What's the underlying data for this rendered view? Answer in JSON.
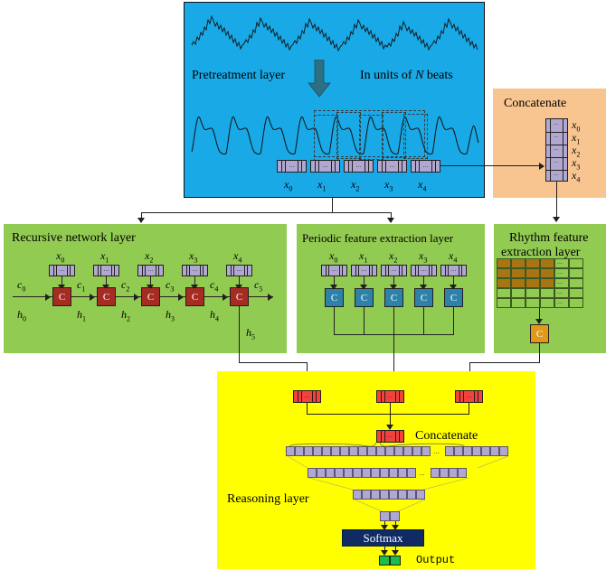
{
  "figure": {
    "title": "ECG deep-learning architecture block diagram",
    "background": "#ffffff"
  },
  "colors": {
    "pretreatment_bg": "#19a9e6",
    "concat_bg": "#f8c591",
    "layer_green": "#92cb52",
    "reasoning_yellow": "#ffff00",
    "chip_purple": "#b0a8d0",
    "chip_red": "#f4413c",
    "cell_dark_red": "#a62b22",
    "cell_blue": "#2e82aa",
    "cell_orange": "#e0991a",
    "grid_brown": "#a87514",
    "softmax_navy": "#102a63",
    "output_green": "#18c04a",
    "stroke": "#231f20"
  },
  "pretreatment": {
    "label": "Pretreatment layer",
    "units_label_prefix": "In units of ",
    "units_label_var": "N",
    "units_label_suffix": " beats",
    "beat_labels": [
      "x0",
      "x1",
      "x2",
      "x3",
      "x4"
    ],
    "beat_label_base": "x",
    "beat_label_subs": [
      "0",
      "1",
      "2",
      "3",
      "4"
    ],
    "chip_dots": "..."
  },
  "concatenate_top": {
    "title": "Concatenate",
    "row_labels": [
      "x0",
      "x1",
      "x2",
      "x3",
      "x4"
    ],
    "row_label_base": "x",
    "row_label_subs": [
      "0",
      "1",
      "2",
      "3",
      "4"
    ],
    "chip_dots": "..."
  },
  "recursive_layer": {
    "title": "Recursive network layer",
    "input_label_base": "x",
    "input_label_subs": [
      "0",
      "1",
      "2",
      "3",
      "4"
    ],
    "cell_label": "C",
    "cell_count": 5,
    "c_label_base": "c",
    "c_label_subs": [
      "0",
      "1",
      "2",
      "3",
      "4",
      "5"
    ],
    "h_label_base": "h",
    "h_label_subs": [
      "0",
      "1",
      "2",
      "3",
      "4",
      "5"
    ],
    "chip_dots": "..."
  },
  "periodic_layer": {
    "title": "Periodic feature extraction layer",
    "input_label_base": "x",
    "input_label_subs": [
      "0",
      "1",
      "2",
      "3",
      "4"
    ],
    "cell_label": "C",
    "cell_count": 5,
    "chip_dots": "..."
  },
  "rhythm_layer": {
    "title_line1": "Rhythm feature",
    "title_line2": "extraction layer",
    "cell_label": "C",
    "grid_rows": 5,
    "grid_cols": 6,
    "highlight_rows": 3,
    "highlight_cols": 4,
    "grid_dots": "..."
  },
  "reasoning_layer": {
    "title": "Reasoning layer",
    "concatenate_label": "Concatenate",
    "softmax_label": "Softmax",
    "output_label": "Output",
    "input_chip_count": 3,
    "chip_dots": "...",
    "nn_layers": [
      {
        "left_cells": 16,
        "right_cells": 7,
        "dots": "..."
      },
      {
        "left_cells": 12,
        "right_cells": 5,
        "dots": "..."
      },
      {
        "left_cells": 8,
        "right_cells": 0,
        "dots": ""
      },
      {
        "left_cells": 2,
        "right_cells": 0,
        "dots": ""
      }
    ],
    "output_cells": 2
  }
}
